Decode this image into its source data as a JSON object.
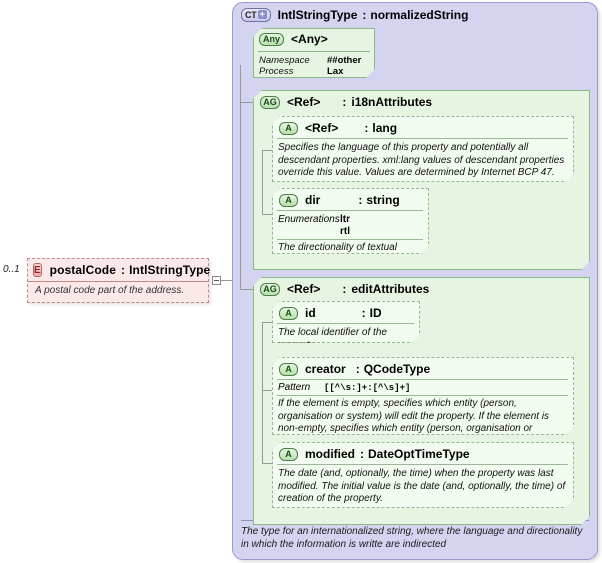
{
  "element": {
    "occurs": "0..1",
    "badge": "E",
    "name": "postalCode",
    "separator": ":",
    "type": "IntlStringType",
    "documentation": "A postal code part of the address."
  },
  "complex_type": {
    "badge": "CT",
    "badge_plus": "+",
    "name": "IntlStringType",
    "separator": ":",
    "base_type": "normalizedString",
    "documentation": "The type for an internationalized string, where the language and directionality in which the information is writte are indirected"
  },
  "any": {
    "badge": "Any",
    "title": "<Any>",
    "properties": [
      {
        "key": "Namespace",
        "value": "##other"
      },
      {
        "key": "Process Contents",
        "value": "Lax"
      }
    ]
  },
  "attribute_groups": [
    {
      "badge": "AG",
      "ref_label": "<Ref>",
      "separator": ":",
      "name": "i18nAttributes",
      "attributes": [
        {
          "badge": "A",
          "name": "<Ref>",
          "separator": ":",
          "type": "lang",
          "documentation": "Specifies the language of this property and potentially all descendant properties. xml:lang values of descendant properties override this value. Values are determined by Internet BCP 47."
        },
        {
          "badge": "A",
          "name": "dir",
          "separator": ":",
          "type": "string",
          "facet_key": "Enumerations",
          "facet_values": [
            "ltr",
            "rtl"
          ],
          "documentation": "The directionality of textual content."
        }
      ]
    },
    {
      "badge": "AG",
      "ref_label": "<Ref>",
      "separator": ":",
      "name": "editAttributes",
      "attributes": [
        {
          "badge": "A",
          "name": "id",
          "separator": ":",
          "type": "ID",
          "documentation": "The local identifier of the property."
        },
        {
          "badge": "A",
          "name": "creator",
          "separator": ":",
          "type": "QCodeType",
          "facet_key": "Pattern",
          "facet_value": "[[^\\s:]+:[^\\s]+]",
          "documentation": "If the element is empty, specifies which entity (person, organisation or system) will edit the property. If the element is non-empty, specifies which entity (person, organisation or system) has edited the property."
        },
        {
          "badge": "A",
          "name": "modified",
          "separator": ":",
          "type": "DateOptTimeType",
          "documentation": "The date (and, optionally, the time) when the property was last modified. The initial value is the date (and, optionally, the time) of creation of the property."
        }
      ]
    }
  ],
  "colors": {
    "container_fill": "#d4d4f0",
    "group_fill": "#e6f5e2",
    "attribute_fill": "#f2fbf0",
    "element_fill": "#fbe9e9"
  }
}
